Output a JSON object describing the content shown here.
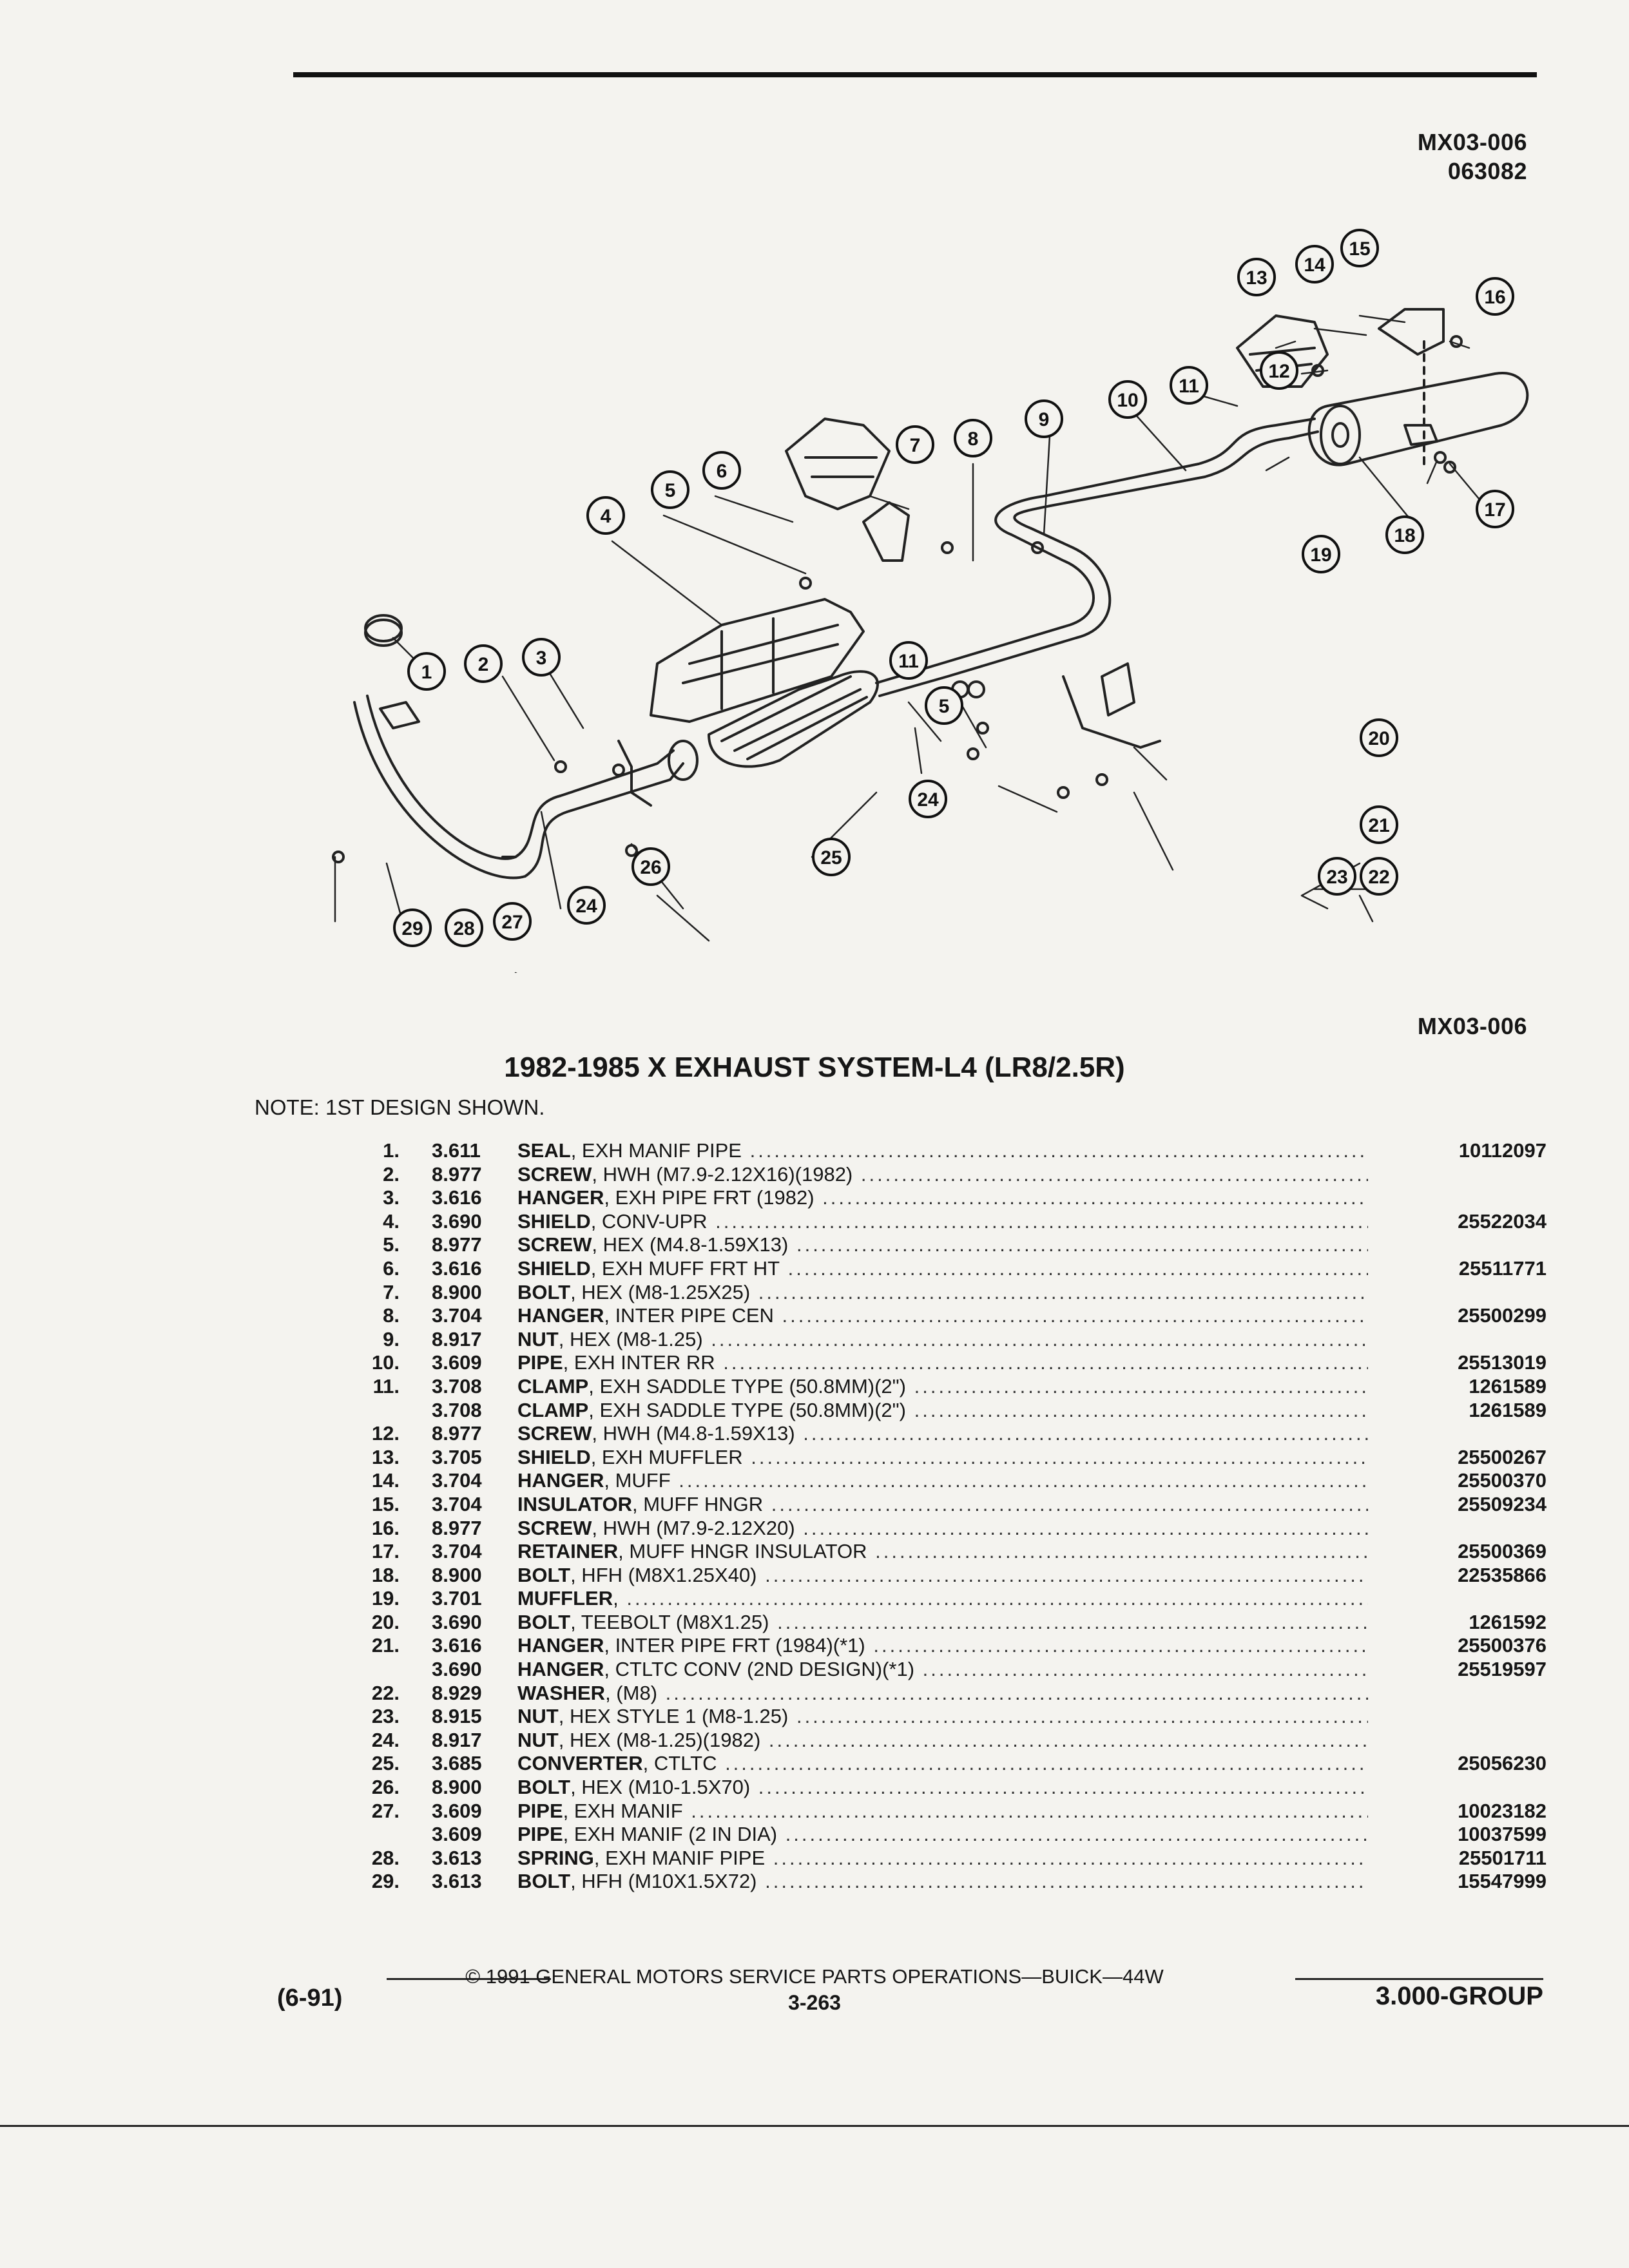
{
  "header": {
    "code": "MX03-006",
    "date_code": "063082"
  },
  "figure": {
    "code_below": "MX03-006",
    "callouts": [
      "1",
      "2",
      "3",
      "4",
      "5",
      "6",
      "7",
      "8",
      "9",
      "10",
      "11",
      "12",
      "13",
      "14",
      "15",
      "16",
      "17",
      "18",
      "19",
      "20",
      "21",
      "22",
      "23",
      "24",
      "25",
      "26",
      "27",
      "28",
      "29"
    ]
  },
  "title": "1982-1985 X EXHAUST SYSTEM-L4 (LR8/2.5R)",
  "note": "NOTE:  1ST DESIGN SHOWN.",
  "parts": [
    {
      "num": "1.",
      "group": "3.611",
      "name": "SEAL",
      "desc": ", EXH MANIF PIPE",
      "part": "10112097"
    },
    {
      "num": "2.",
      "group": "8.977",
      "name": "SCREW",
      "desc": ", HWH (M7.9-2.12X16)(1982)",
      "part": ""
    },
    {
      "num": "3.",
      "group": "3.616",
      "name": "HANGER",
      "desc": ", EXH PIPE FRT (1982)",
      "part": ""
    },
    {
      "num": "4.",
      "group": "3.690",
      "name": "SHIELD",
      "desc": ", CONV-UPR",
      "part": "25522034"
    },
    {
      "num": "5.",
      "group": "8.977",
      "name": "SCREW",
      "desc": ", HEX (M4.8-1.59X13)",
      "part": ""
    },
    {
      "num": "6.",
      "group": "3.616",
      "name": "SHIELD",
      "desc": ", EXH MUFF FRT HT",
      "part": "25511771"
    },
    {
      "num": "7.",
      "group": "8.900",
      "name": "BOLT",
      "desc": ", HEX (M8-1.25X25)",
      "part": ""
    },
    {
      "num": "8.",
      "group": "3.704",
      "name": "HANGER",
      "desc": ", INTER PIPE CEN",
      "part": "25500299"
    },
    {
      "num": "9.",
      "group": "8.917",
      "name": "NUT",
      "desc": ", HEX (M8-1.25)",
      "part": ""
    },
    {
      "num": "10.",
      "group": "3.609",
      "name": "PIPE",
      "desc": ", EXH INTER RR",
      "part": "25513019"
    },
    {
      "num": "11.",
      "group": "3.708",
      "name": "CLAMP",
      "desc": ", EXH SADDLE TYPE (50.8MM)(2\")",
      "part": "1261589"
    },
    {
      "num": "",
      "group": "3.708",
      "name": "CLAMP",
      "desc": ", EXH SADDLE TYPE (50.8MM)(2\")",
      "part": "1261589"
    },
    {
      "num": "12.",
      "group": "8.977",
      "name": "SCREW",
      "desc": ", HWH (M4.8-1.59X13)",
      "part": ""
    },
    {
      "num": "13.",
      "group": "3.705",
      "name": "SHIELD",
      "desc": ", EXH MUFFLER",
      "part": "25500267"
    },
    {
      "num": "14.",
      "group": "3.704",
      "name": "HANGER",
      "desc": ", MUFF",
      "part": "25500370"
    },
    {
      "num": "15.",
      "group": "3.704",
      "name": "INSULATOR",
      "desc": ", MUFF HNGR",
      "part": "25509234"
    },
    {
      "num": "16.",
      "group": "8.977",
      "name": "SCREW",
      "desc": ", HWH (M7.9-2.12X20)",
      "part": ""
    },
    {
      "num": "17.",
      "group": "3.704",
      "name": "RETAINER",
      "desc": ", MUFF HNGR INSULATOR",
      "part": "25500369"
    },
    {
      "num": "18.",
      "group": "8.900",
      "name": "BOLT",
      "desc": ", HFH (M8X1.25X40)",
      "part": "22535866"
    },
    {
      "num": "19.",
      "group": "3.701",
      "name": "MUFFLER",
      "desc": ",",
      "part": ""
    },
    {
      "num": "20.",
      "group": "3.690",
      "name": "BOLT",
      "desc": ", TEEBOLT (M8X1.25)",
      "part": "1261592"
    },
    {
      "num": "21.",
      "group": "3.616",
      "name": "HANGER",
      "desc": ", INTER PIPE FRT (1984)(*1)",
      "part": "25500376"
    },
    {
      "num": "",
      "group": "3.690",
      "name": "HANGER",
      "desc": ", CTLTC CONV (2ND DESIGN)(*1)",
      "part": "25519597"
    },
    {
      "num": "22.",
      "group": "8.929",
      "name": "WASHER",
      "desc": ", (M8)",
      "part": ""
    },
    {
      "num": "23.",
      "group": "8.915",
      "name": "NUT",
      "desc": ", HEX STYLE 1 (M8-1.25)",
      "part": ""
    },
    {
      "num": "24.",
      "group": "8.917",
      "name": "NUT",
      "desc": ", HEX (M8-1.25)(1982)",
      "part": ""
    },
    {
      "num": "25.",
      "group": "3.685",
      "name": "CONVERTER",
      "desc": ", CTLTC",
      "part": "25056230"
    },
    {
      "num": "26.",
      "group": "8.900",
      "name": "BOLT",
      "desc": ", HEX (M10-1.5X70)",
      "part": ""
    },
    {
      "num": "27.",
      "group": "3.609",
      "name": "PIPE",
      "desc": ", EXH MANIF",
      "part": "10023182"
    },
    {
      "num": "",
      "group": "3.609",
      "name": "PIPE",
      "desc": ", EXH MANIF (2 IN DIA)",
      "part": "10037599"
    },
    {
      "num": "28.",
      "group": "3.613",
      "name": "SPRING",
      "desc": ", EXH MANIF PIPE",
      "part": "25501711"
    },
    {
      "num": "29.",
      "group": "3.613",
      "name": "BOLT",
      "desc": ", HFH (M10X1.5X72)",
      "part": "15547999"
    }
  ],
  "footer": {
    "copyright": "© 1991 GENERAL MOTORS SERVICE PARTS OPERATIONS—BUICK—44W",
    "date": "(6-91)",
    "page": "3-263",
    "group": "3.000-GROUP"
  }
}
